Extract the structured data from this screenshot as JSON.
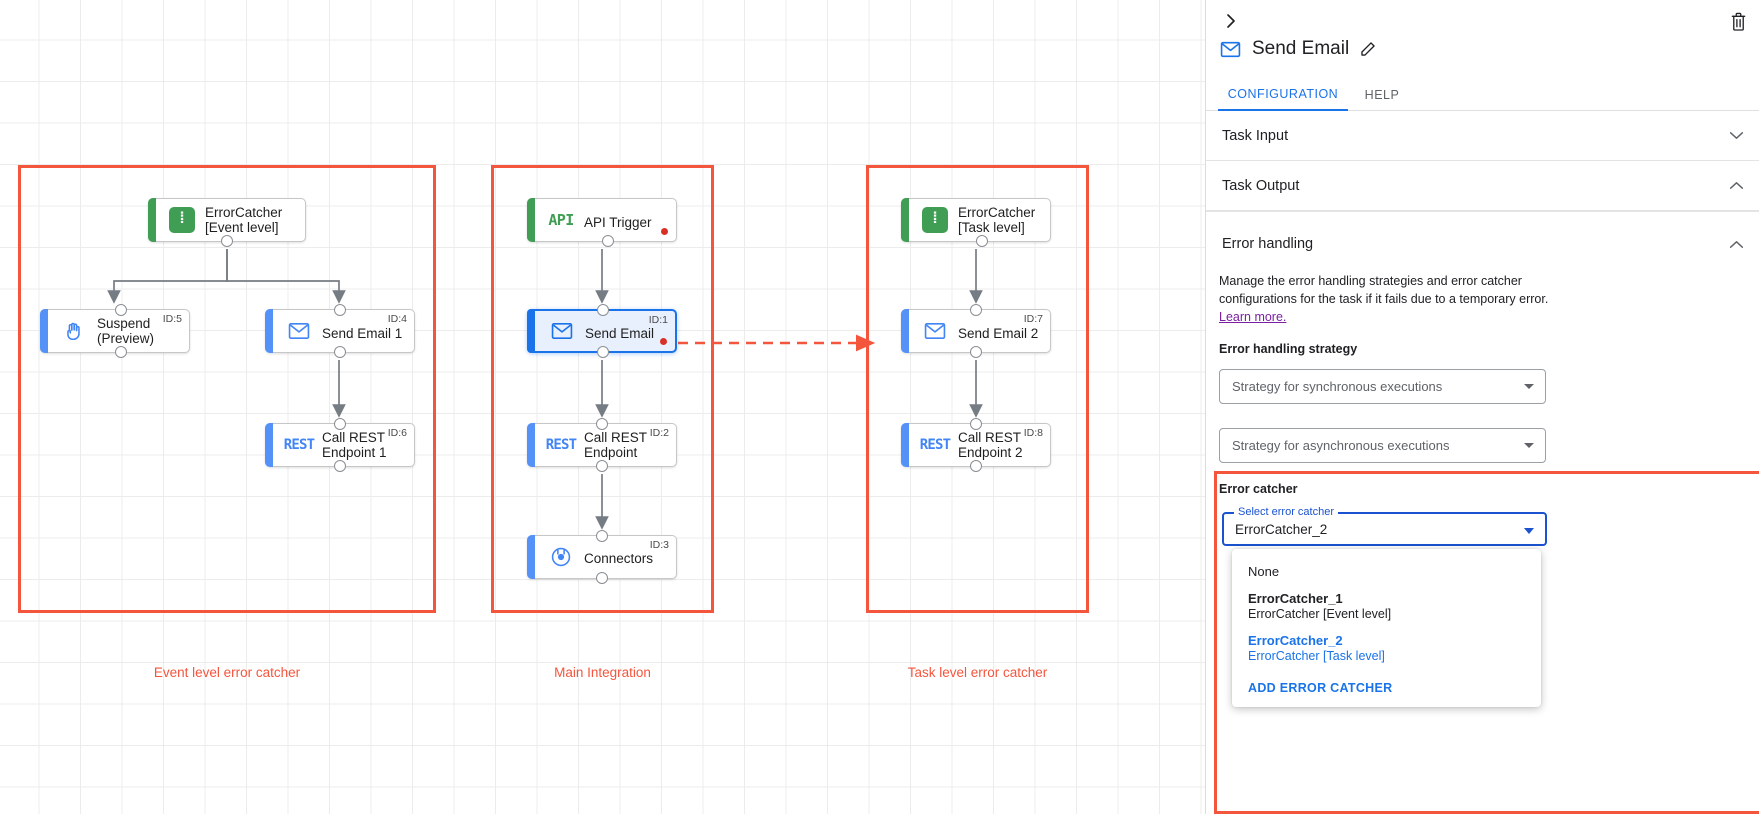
{
  "canvas": {
    "groups": [
      {
        "caption": "Event level error catcher"
      },
      {
        "caption": "Main Integration"
      },
      {
        "caption": "Task level error catcher"
      }
    ],
    "nodes": [
      {
        "label": "ErrorCatcher\n[Event level]",
        "id": "",
        "icon": "error-catcher-icon"
      },
      {
        "label": "Suspend\n(Preview)",
        "id": "ID:5",
        "icon": "hand-icon"
      },
      {
        "label": "Send Email 1",
        "id": "ID:4",
        "icon": "envelope-icon"
      },
      {
        "label": "Call REST\nEndpoint 1",
        "id": "ID:6",
        "icon": "rest-icon"
      },
      {
        "label": "API Trigger",
        "id": "",
        "icon": "api-icon"
      },
      {
        "label": "Send Email",
        "id": "ID:1",
        "icon": "envelope-icon"
      },
      {
        "label": "Call REST\nEndpoint",
        "id": "ID:2",
        "icon": "rest-icon"
      },
      {
        "label": "Connectors",
        "id": "ID:3",
        "icon": "connectors-icon"
      },
      {
        "label": "ErrorCatcher\n[Task level]",
        "id": "",
        "icon": "error-catcher-icon"
      },
      {
        "label": "Send Email 2",
        "id": "ID:7",
        "icon": "envelope-icon"
      },
      {
        "label": "Call REST\nEndpoint 2",
        "id": "ID:8",
        "icon": "rest-icon"
      }
    ]
  },
  "panel": {
    "title": "Send Email",
    "tabs": [
      {
        "label": "CONFIGURATION",
        "active": true
      },
      {
        "label": "HELP",
        "active": false
      }
    ],
    "sections": [
      {
        "label": "Task Input",
        "expanded": false
      },
      {
        "label": "Task Output",
        "expanded": true
      },
      {
        "label": "Error handling",
        "expanded": true
      }
    ],
    "error_handling": {
      "description": "Manage the error handling strategies and error catcher configurations for the task if it fails due to a temporary error.",
      "learn_more": "Learn more.",
      "strategy_label": "Error handling strategy",
      "sync_placeholder": "Strategy for synchronous executions",
      "async_placeholder": "Strategy for asynchronous executions",
      "error_catcher_label": "Error catcher",
      "select_floating_label": "Select error catcher",
      "selected_value": "ErrorCatcher_2",
      "menu": {
        "options": [
          {
            "primary": "None",
            "secondary": "",
            "selected": false
          },
          {
            "primary": "ErrorCatcher_1",
            "secondary": "ErrorCatcher [Event level]",
            "selected": false
          },
          {
            "primary": "ErrorCatcher_2",
            "secondary": "ErrorCatcher [Task level]",
            "selected": true
          }
        ],
        "action_label": "ADD ERROR CATCHER"
      }
    }
  },
  "colors": {
    "accent_blue": "#1a73e8",
    "highlight_red": "#f4553d",
    "green": "#3f9e53",
    "link_purple": "#7b1fa2",
    "error_dot": "#d93025"
  }
}
